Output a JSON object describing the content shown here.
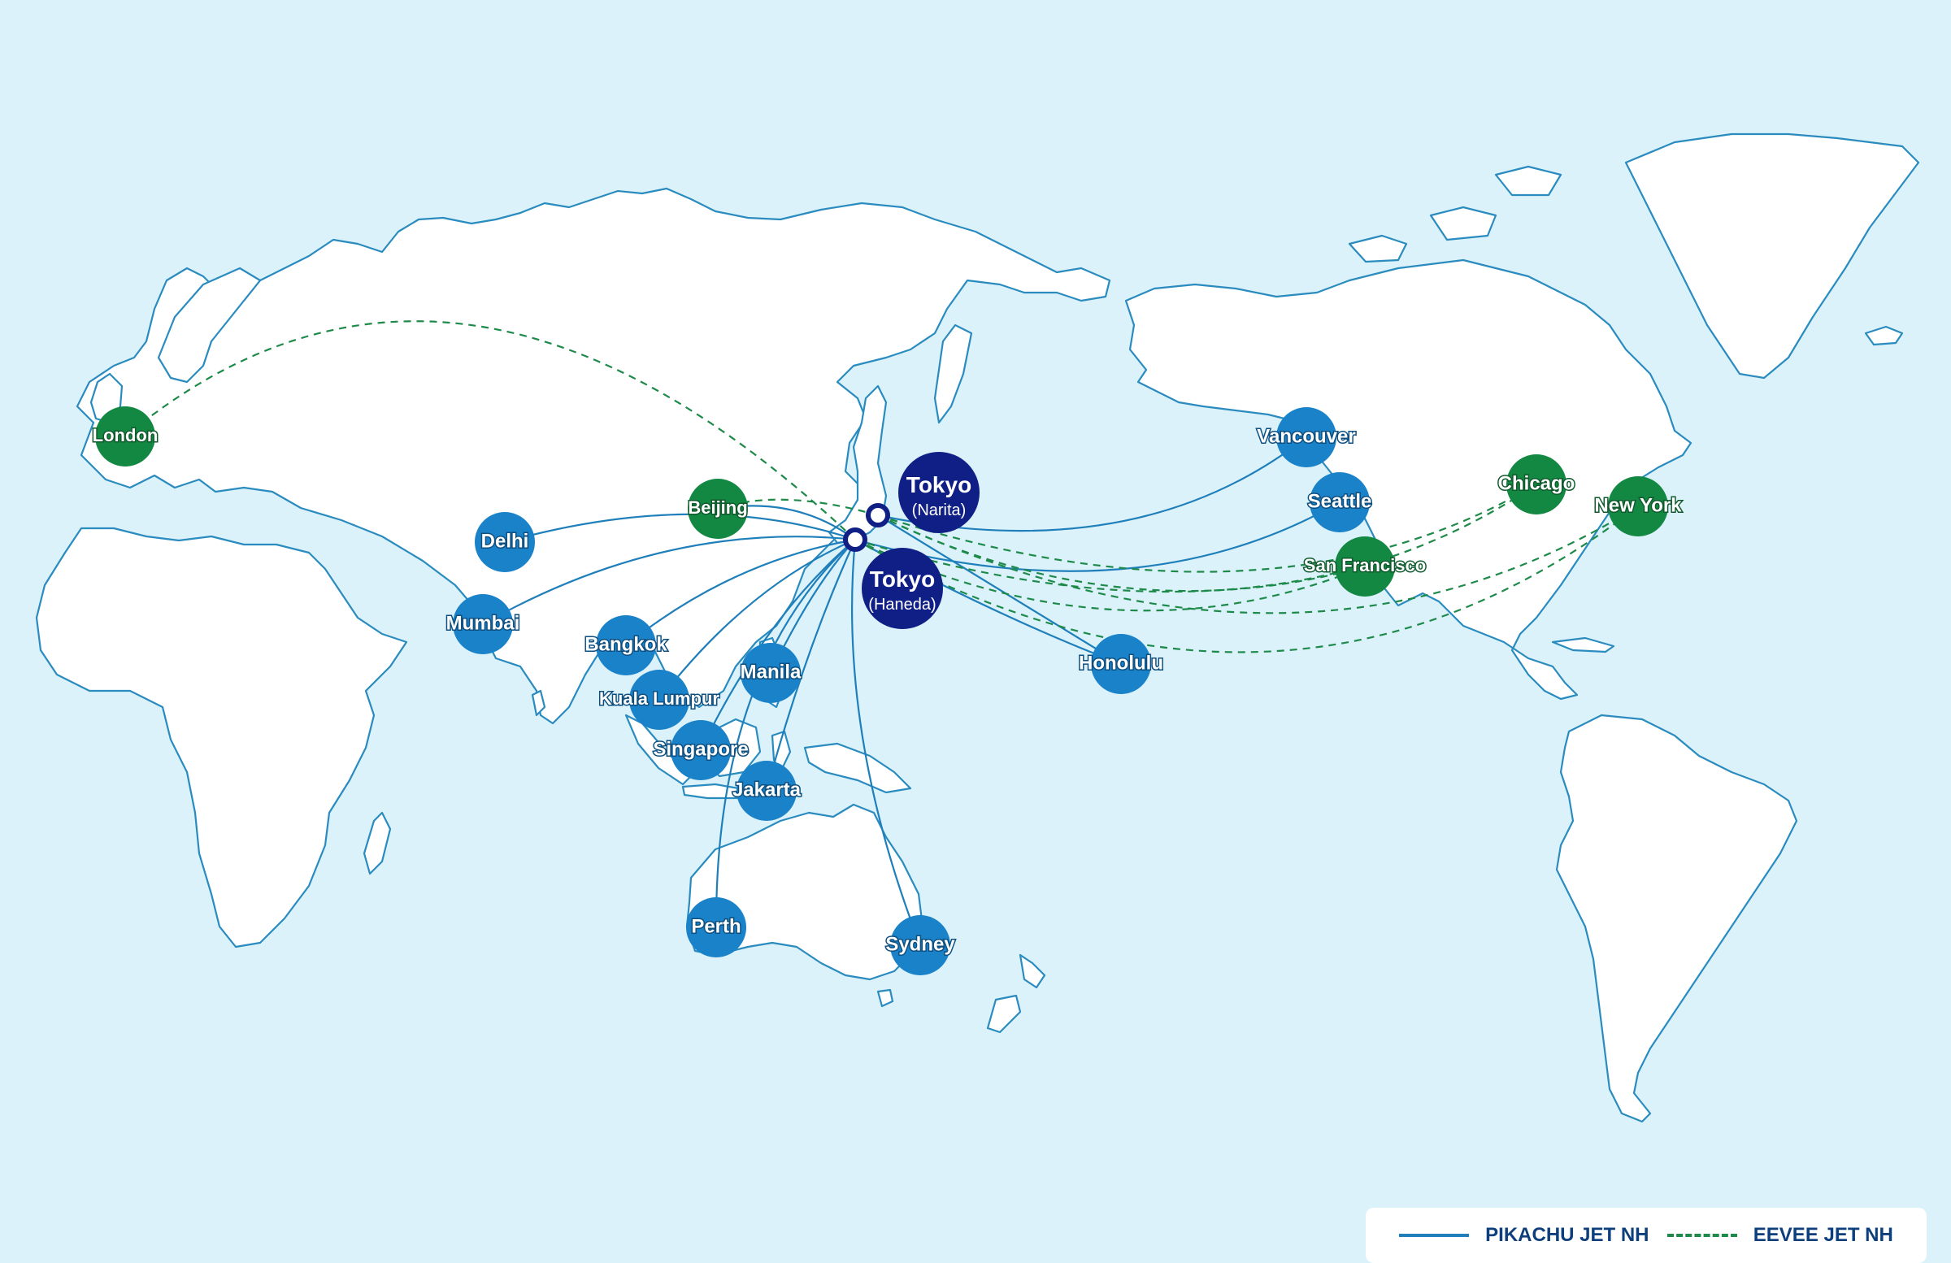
{
  "map": {
    "colors": {
      "ocean": "#dbf2fb",
      "land": "#ffffff",
      "coast": "#2a8bbf",
      "blue_city": "#1a82c9",
      "green_city": "#138842",
      "hub": "#0f1f86"
    },
    "hubs": {
      "narita": {
        "name": "Tokyo",
        "sub": "(Narita)"
      },
      "haneda": {
        "name": "Tokyo",
        "sub": "(Haneda)"
      }
    },
    "cities": [
      {
        "id": "london",
        "label": "London",
        "type": "green"
      },
      {
        "id": "beijing",
        "label": "Beijing",
        "type": "green"
      },
      {
        "id": "delhi",
        "label": "Delhi",
        "type": "blue"
      },
      {
        "id": "mumbai",
        "label": "Mumbai",
        "type": "blue"
      },
      {
        "id": "bangkok",
        "label": "Bangkok",
        "type": "blue"
      },
      {
        "id": "kuala-lumpur",
        "label": "Kuala Lumpur",
        "type": "blue"
      },
      {
        "id": "manila",
        "label": "Manila",
        "type": "blue"
      },
      {
        "id": "singapore",
        "label": "Singapore",
        "type": "blue"
      },
      {
        "id": "jakarta",
        "label": "Jakarta",
        "type": "blue"
      },
      {
        "id": "perth",
        "label": "Perth",
        "type": "blue"
      },
      {
        "id": "sydney",
        "label": "Sydney",
        "type": "blue"
      },
      {
        "id": "honolulu",
        "label": "Honolulu",
        "type": "blue"
      },
      {
        "id": "vancouver",
        "label": "Vancouver",
        "type": "blue"
      },
      {
        "id": "seattle",
        "label": "Seattle",
        "type": "blue"
      },
      {
        "id": "san-francisco",
        "label": "San Francisco",
        "type": "green"
      },
      {
        "id": "chicago",
        "label": "Chicago",
        "type": "green"
      },
      {
        "id": "new-york",
        "label": "New York",
        "type": "green"
      }
    ]
  },
  "legend": {
    "solid_label": "PIKACHU JET NH",
    "dashed_label": "EEVEE JET NH"
  }
}
